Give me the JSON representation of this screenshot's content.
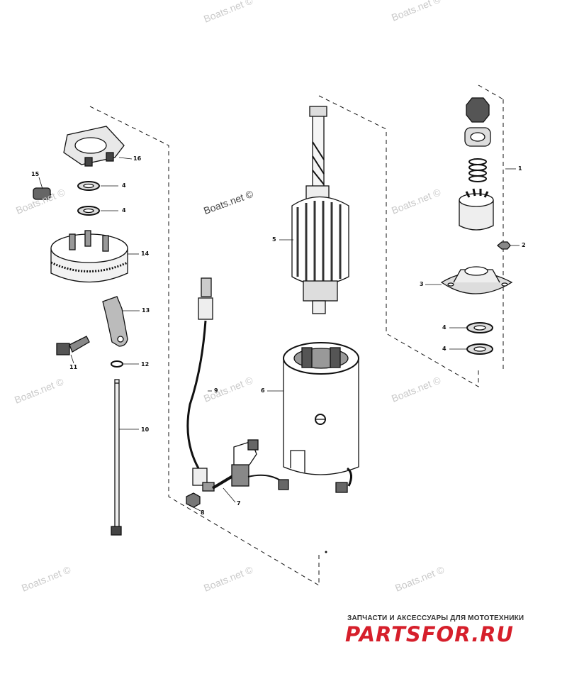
{
  "callouts": {
    "c1": "1",
    "c2": "2",
    "c3": "3",
    "c4a": "4",
    "c4b": "4",
    "c4c": "4",
    "c4d": "4",
    "c5": "5",
    "c6": "6",
    "c7": "7",
    "c8": "8",
    "c9": "9",
    "c10": "10",
    "c11": "11",
    "c12": "12",
    "c13": "13",
    "c14": "14",
    "c15": "15",
    "c16": "16"
  },
  "watermark": "Boats.net ©",
  "branding": {
    "tagline": "ЗАПЧАСТИ И АКСЕССУАРЫ ДЛЯ МОТОТЕХНИКИ",
    "logo": "PARTSFOR.RU",
    "logo_color": "#d61f2b"
  }
}
